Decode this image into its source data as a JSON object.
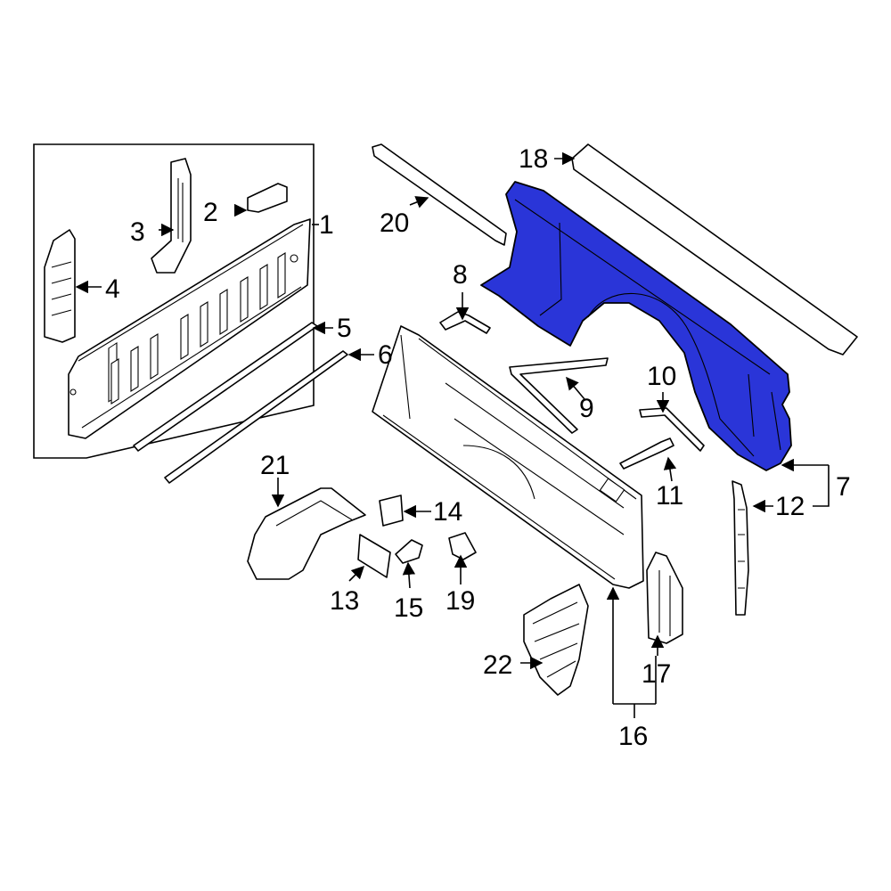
{
  "diagram": {
    "highlight_color": "#2a35d8",
    "highlighted_part": "7",
    "callouts": {
      "c1": "1",
      "c2": "2",
      "c3": "3",
      "c4": "4",
      "c5": "5",
      "c6": "6",
      "c7": "7",
      "c8": "8",
      "c9": "9",
      "c10": "10",
      "c11": "11",
      "c12": "12",
      "c13": "13",
      "c14": "14",
      "c15": "15",
      "c16": "16",
      "c17": "17",
      "c18": "18",
      "c19": "19",
      "c20": "20",
      "c21": "21",
      "c22": "22"
    }
  }
}
